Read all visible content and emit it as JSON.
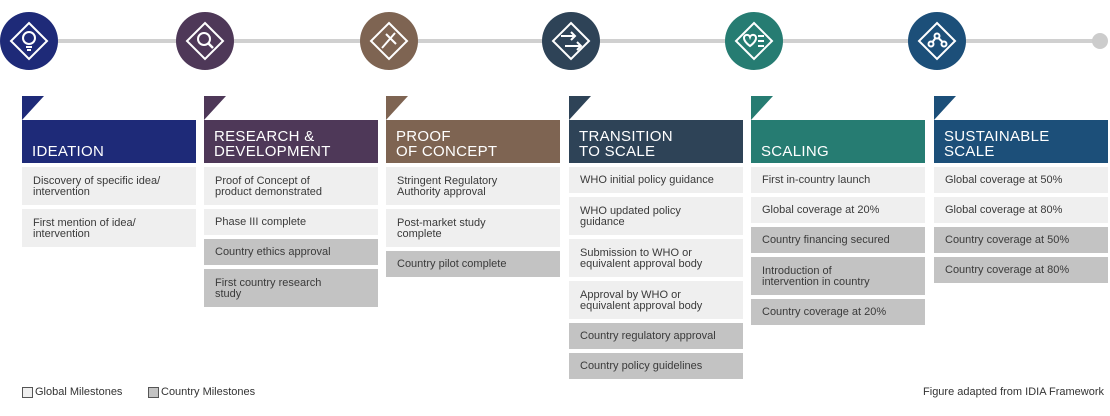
{
  "colors": {
    "ideation": "#1e2a78",
    "research": "#4e3858",
    "proof": "#7e6452",
    "transition": "#2e4357",
    "scaling": "#267c72",
    "sustainable": "#1c4f79",
    "global_fill": "#efefef",
    "country_fill": "#c3c3c3"
  },
  "stages": [
    {
      "icon": "lightbulb-icon",
      "title_lines": [
        "",
        "IDEATION"
      ],
      "items": [
        {
          "text": "Discovery of specific idea/\nintervention",
          "kind": "global"
        },
        {
          "text": "First mention of idea/\nintervention",
          "kind": "global"
        }
      ]
    },
    {
      "icon": "magnifier-icon",
      "title_lines": [
        "RESEARCH &",
        "DEVELOPMENT"
      ],
      "items": [
        {
          "text": "Proof of Concept of\nproduct demonstrated",
          "kind": "global"
        },
        {
          "text": "Phase III complete",
          "kind": "global"
        },
        {
          "text": "Country ethics approval",
          "kind": "country"
        },
        {
          "text": "First country research\nstudy",
          "kind": "country"
        }
      ]
    },
    {
      "icon": "pencil-ruler-icon",
      "title_lines": [
        "PROOF",
        "OF CONCEPT"
      ],
      "items": [
        {
          "text": "Stringent Regulatory\nAuthority approval",
          "kind": "global"
        },
        {
          "text": "Post-market study\ncomplete",
          "kind": "global"
        },
        {
          "text": "Country pilot complete",
          "kind": "country"
        }
      ]
    },
    {
      "icon": "transition-arrows-icon",
      "title_lines": [
        "TRANSITION",
        "TO SCALE"
      ],
      "items": [
        {
          "text": "WHO initial policy guidance",
          "kind": "global"
        },
        {
          "text": "WHO updated policy\nguidance",
          "kind": "global"
        },
        {
          "text": "Submission to WHO or\nequivalent approval body",
          "kind": "global"
        },
        {
          "text": "Approval by WHO or\nequivalent approval body",
          "kind": "global"
        },
        {
          "text": "Country regulatory approval",
          "kind": "country"
        },
        {
          "text": "Country policy guidelines",
          "kind": "country"
        }
      ]
    },
    {
      "icon": "heart-list-icon",
      "title_lines": [
        "",
        "SCALING"
      ],
      "items": [
        {
          "text": "First in-country launch",
          "kind": "global"
        },
        {
          "text": "Global coverage at 20%",
          "kind": "global"
        },
        {
          "text": "Country financing secured",
          "kind": "country"
        },
        {
          "text": "Introduction of\nintervention in country",
          "kind": "country"
        },
        {
          "text": "Country coverage at 20%",
          "kind": "country"
        }
      ]
    },
    {
      "icon": "network-nodes-icon",
      "title_lines": [
        "SUSTAINABLE",
        "SCALE"
      ],
      "items": [
        {
          "text": "Global coverage at 50%",
          "kind": "global"
        },
        {
          "text": "Global coverage at 80%",
          "kind": "global"
        },
        {
          "text": "Country coverage at 50%",
          "kind": "country"
        },
        {
          "text": "Country coverage at 80%",
          "kind": "country"
        }
      ]
    }
  ],
  "legend": {
    "global_label": "Global Milestones",
    "country_label": "Country Milestones"
  },
  "footnote": "Figure adapted from IDIA Framework"
}
